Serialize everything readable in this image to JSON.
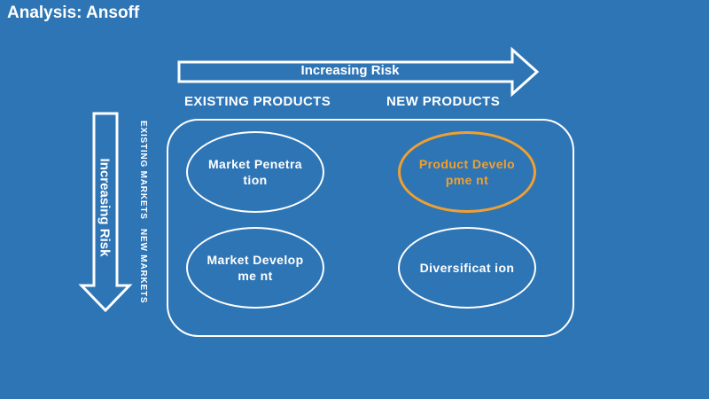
{
  "title": "Analysis: Ansoff",
  "top_arrow": {
    "label": "Increasing Risk"
  },
  "side_arrow": {
    "label": "Increasing Risk"
  },
  "columns": {
    "existing": "EXISTING PRODUCTS",
    "new": "NEW PRODUCTS"
  },
  "rows": {
    "existing": "EXISTING MARKETS",
    "new": "NEW MARKETS"
  },
  "cells": {
    "market_penetration": "Market Penetration",
    "product_development": "Product Developme nt",
    "market_development": "Market Developme nt",
    "diversification": "Diversificat ion"
  },
  "colors": {
    "background": "#2e75b6",
    "highlight": "#f0a030",
    "line": "#ffffff"
  }
}
